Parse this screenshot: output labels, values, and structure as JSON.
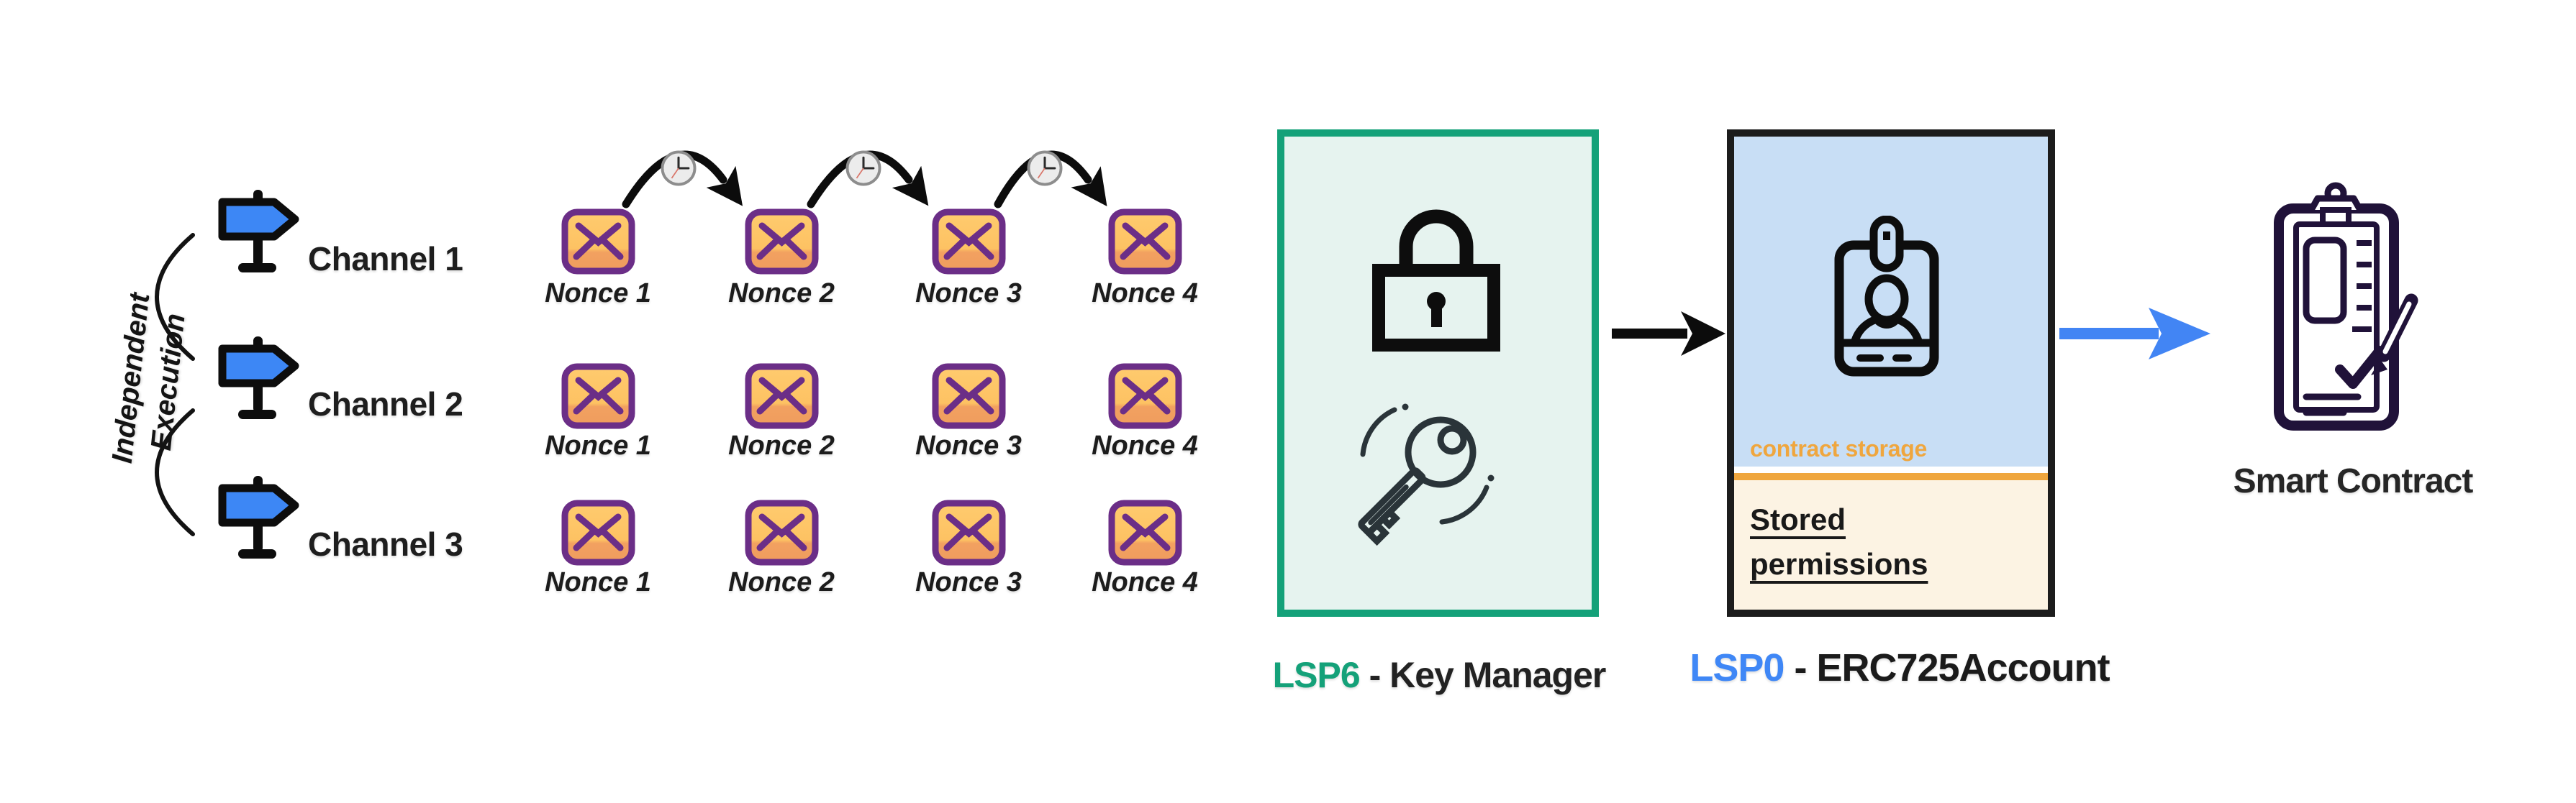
{
  "execution_group": {
    "rotated_label": "Independent Execution",
    "channels": [
      {
        "label": "Channel 1"
      },
      {
        "label": "Channel 2"
      },
      {
        "label": "Channel 3"
      }
    ]
  },
  "nonce_grid": {
    "rows": [
      {
        "nonces": [
          "Nonce 1",
          "Nonce 2",
          "Nonce 3",
          "Nonce 4"
        ]
      },
      {
        "nonces": [
          "Nonce 1",
          "Nonce 2",
          "Nonce 3",
          "Nonce 4"
        ]
      },
      {
        "nonces": [
          "Nonce 1",
          "Nonce 2",
          "Nonce 3",
          "Nonce 4"
        ]
      }
    ]
  },
  "lsp6": {
    "tag": "LSP6",
    "separator": " - ",
    "name": "Key Manager"
  },
  "lsp0": {
    "tag": "LSP0",
    "separator": " - ",
    "name": "ERC725Account",
    "storage_caption": "contract storage",
    "permissions_line1": "Stored",
    "permissions_line2": "permissions"
  },
  "smart_contract": {
    "caption": "Smart Contract"
  },
  "colors": {
    "signpost_blue": "#3d87f5",
    "envelope_purple": "#6b2e87",
    "envelope_fill_top": "#ffcb6e",
    "envelope_fill_bottom": "#ef9c5e",
    "clock_fill": "#ececec",
    "clock_border": "#8d8d8d",
    "key_manager_border": "#14a179",
    "key_manager_fill": "#e6f3ef",
    "key_manager_tag_color": "#14a179",
    "account_border": "#1c1c1c",
    "account_fill_top": "#c8def5",
    "account_fill_bottom": "#fcf3e3",
    "storage_orange": "#efa63e",
    "account_tag_color": "#3f87f6",
    "arrow_black": "#0c0c0c",
    "arrow_blue": "#4285f4",
    "contract_icon_ink": "#201239",
    "text_dark": "#1e1e1e"
  }
}
